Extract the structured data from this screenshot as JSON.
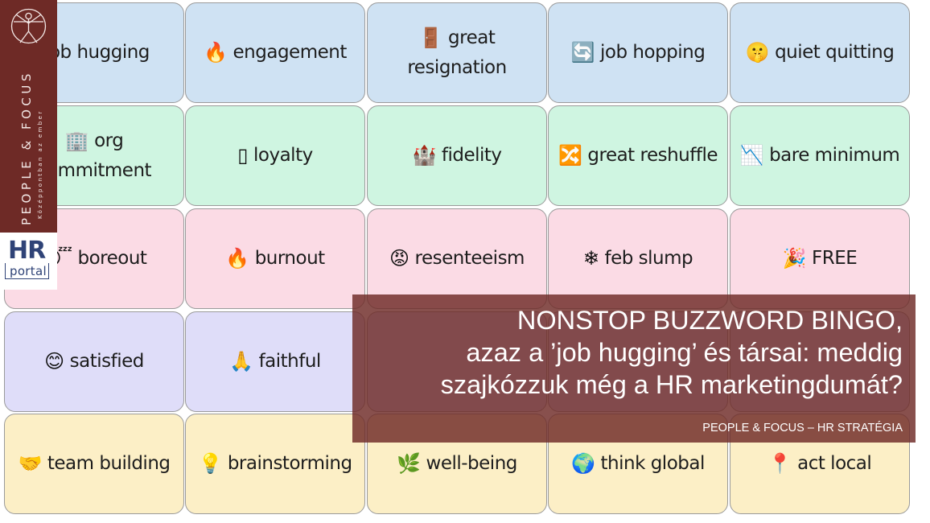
{
  "tiles": [
    {
      "label": "job hugging",
      "icon": "hug-icon",
      "glyph": "",
      "color": "blue"
    },
    {
      "label": "engagement",
      "icon": "fire-icon",
      "glyph": "🔥",
      "color": "blue"
    },
    {
      "label": "great resignation",
      "icon": "resignation-icon",
      "glyph": "🚪",
      "color": "blue"
    },
    {
      "label": "job hopping",
      "icon": "refresh-icon",
      "glyph": "🔄",
      "color": "blue"
    },
    {
      "label": "quiet quitting",
      "icon": "shush-face-icon",
      "glyph": "🤫",
      "color": "blue"
    },
    {
      "label": "org commitment",
      "icon": "office-building-icon",
      "glyph": "🏢",
      "color": "green"
    },
    {
      "label": "loyalty",
      "icon": "missing-glyph-icon",
      "glyph": "▯",
      "color": "green"
    },
    {
      "label": "fidelity",
      "icon": "castle-icon",
      "glyph": "🏰",
      "color": "green"
    },
    {
      "label": "great reshuffle",
      "icon": "shuffle-icon",
      "glyph": "🔀",
      "color": "green"
    },
    {
      "label": "bare minimum",
      "icon": "chart-down-icon",
      "glyph": "📉",
      "color": "green"
    },
    {
      "label": "boreout",
      "icon": "sleepy-face-icon",
      "glyph": "😴",
      "color": "pink"
    },
    {
      "label": "burnout",
      "icon": "fire-icon",
      "glyph": "🔥",
      "color": "pink"
    },
    {
      "label": "resenteeism",
      "icon": "pouting-face-icon",
      "glyph": "😡",
      "color": "pink"
    },
    {
      "label": "feb slump",
      "icon": "snowflake-icon",
      "glyph": "❄",
      "color": "pink"
    },
    {
      "label": "FREE",
      "icon": "party-popper-icon",
      "glyph": "🎉",
      "color": "pink"
    },
    {
      "label": "satisfied",
      "icon": "smiley-icon",
      "glyph": "😊",
      "color": "purple"
    },
    {
      "label": "faithful",
      "icon": "praying-hands-icon",
      "glyph": "🙏",
      "color": "purple"
    },
    {
      "label": "",
      "icon": "",
      "glyph": "",
      "color": "purple"
    },
    {
      "label": "",
      "icon": "",
      "glyph": "",
      "color": "purple"
    },
    {
      "label": "",
      "icon": "",
      "glyph": "",
      "color": "purple"
    },
    {
      "label": "team building",
      "icon": "handshake-icon",
      "glyph": "🤝",
      "color": "yellow"
    },
    {
      "label": "brainstorming",
      "icon": "lightbulb-icon",
      "glyph": "💡",
      "color": "yellow"
    },
    {
      "label": "well-being",
      "icon": "leaf-icon",
      "glyph": "🌿",
      "color": "yellow"
    },
    {
      "label": "think global",
      "icon": "globe-icon",
      "glyph": "🌍",
      "color": "yellow"
    },
    {
      "label": "act local",
      "icon": "map-pin-icon",
      "glyph": "📍",
      "color": "yellow"
    }
  ],
  "brand": {
    "name": "PEOPLE & FOCUS",
    "tagline": "Középpontban az ember"
  },
  "hr_portal": {
    "big": "HR",
    "small": "portal"
  },
  "headline": {
    "line1": "NONSTOP BUZZWORD BINGO,",
    "line2": "azaz a ’job hugging’ és társai: meddig",
    "line3": "szajkózzuk még a HR marketingdumát?"
  },
  "subline": "PEOPLE & FOCUS –  HR STRATÉGIA",
  "colors": {
    "blue": "#cfe2f3",
    "green": "#cff5e1",
    "pink": "#fbdbe5",
    "purple": "#dfddf9",
    "yellow": "#fcefc6",
    "brand": "#6e2a26"
  }
}
